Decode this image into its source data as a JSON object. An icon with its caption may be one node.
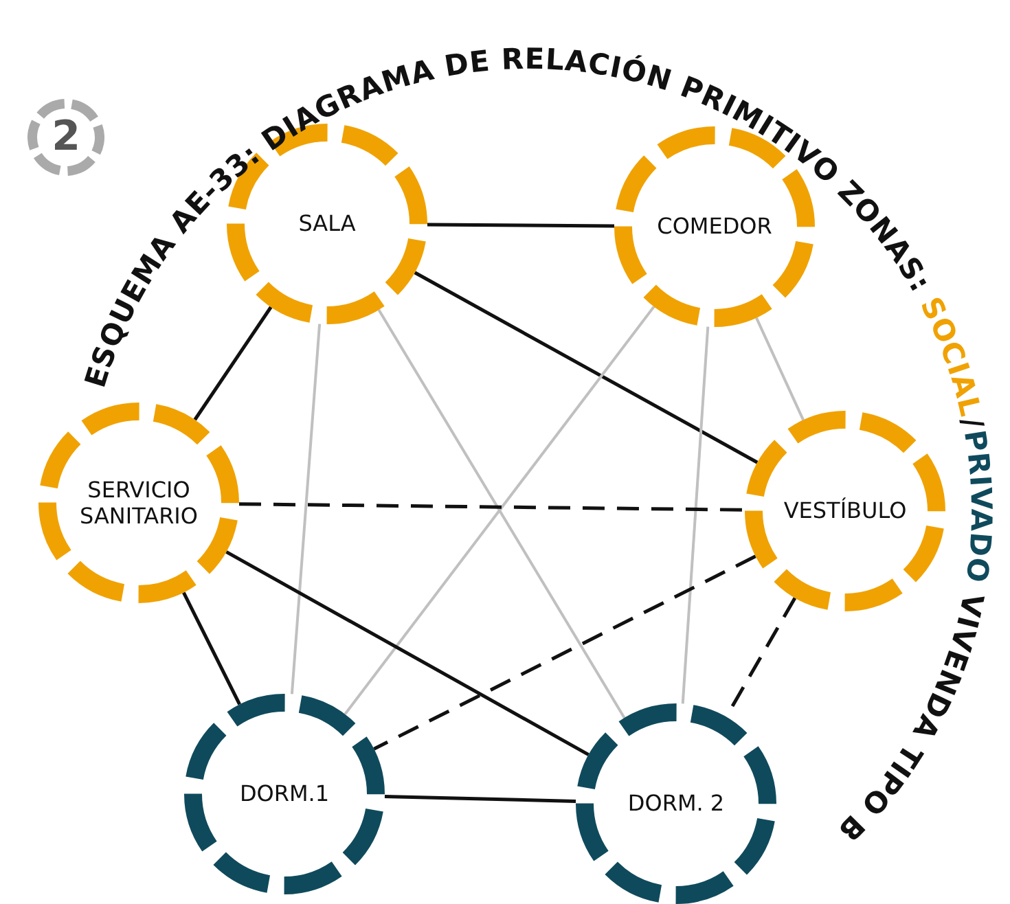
{
  "diagram": {
    "title": "ESQUEMA AE-33: DIAGRAMA DE RELACIÓN PRIMITIVO ZONAS:",
    "nodes": [
      {
        "text": [
          "2"
        ]
      },
      {
        "text": [
          "SALA"
        ]
      },
      {
        "text": [
          "COMEDOR"
        ]
      },
      {
        "text": [
          "SERVICIO SANITARIO"
        ]
      },
      {
        "text": [
          "VESTÍBULO"
        ]
      },
      {
        "text": [
          "DORM.1"
        ]
      },
      {
        "text": [
          "DORM. 2"
        ]
      }
    ],
    "edges": [
      {
        "from": 1,
        "to": 2,
        "arrow": "none"
      },
      {
        "from": 1,
        "to": 3,
        "arrow": "none"
      },
      {
        "from": 1,
        "to": 4,
        "arrow": "none"
      },
      {
        "from": 1,
        "to": 5,
        "arrow": "none",
        "color": "#c0c0c0"
      },
      {
        "from": 1,
        "to": 6,
        "arrow": "none",
        "color": "#c0c0c0"
      },
      {
        "from": 2,
        "to": 5,
        "arrow": "none",
        "color": "#c0c0c0"
      },
      {
        "from": 2,
        "to": 6,
        "arrow": "none",
        "color": "#c0c0c0"
      },
      {
        "from": 2,
        "to": 4,
        "arrow": "none",
        "color": "#c0c0c0"
      },
      {
        "from": 3,
        "to": 4,
        "arrow": "none",
        "style": "dashed"
      },
      {
        "from": 3,
        "to": 6,
        "arrow": "none"
      },
      {
        "from": 3,
        "to": 5,
        "arrow": "none"
      },
      {
        "from": 4,
        "to": 5,
        "arrow": "none",
        "style": "dashed"
      },
      {
        "from": 4,
        "to": 6,
        "arrow": "none",
        "style": "dashed"
      },
      {
        "from": 5,
        "to": 6,
        "arrow": "none"
      }
    ],
    "labels": [
      "/",
      "VIVENDA TIPO B"
    ],
    "legend": [
      {
        "text": "SOCIAL",
        "color": "#f0a202"
      },
      {
        "text": "PRIVADO",
        "color": "#0f4a5c"
      }
    ]
  }
}
